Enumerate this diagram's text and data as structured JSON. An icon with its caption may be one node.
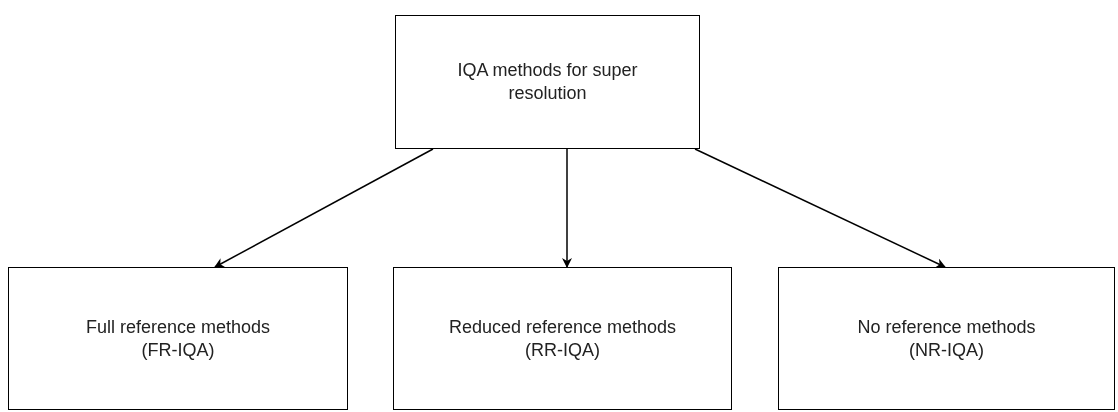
{
  "diagram": {
    "nodes": [
      {
        "text": [
          "IQA methods for super resolution"
        ]
      },
      {
        "text": [
          "Full reference methods",
          "(FR-IQA)"
        ]
      },
      {
        "text": [
          "Reduced reference methods",
          "(RR-IQA)"
        ]
      },
      {
        "text": [
          "No reference methods",
          "(NR-IQA)"
        ]
      }
    ],
    "edges": [
      {
        "from": 0,
        "to": 1,
        "arrow": "to"
      },
      {
        "from": 0,
        "to": 2,
        "arrow": "to"
      },
      {
        "from": 0,
        "to": 3,
        "arrow": "to"
      }
    ]
  }
}
